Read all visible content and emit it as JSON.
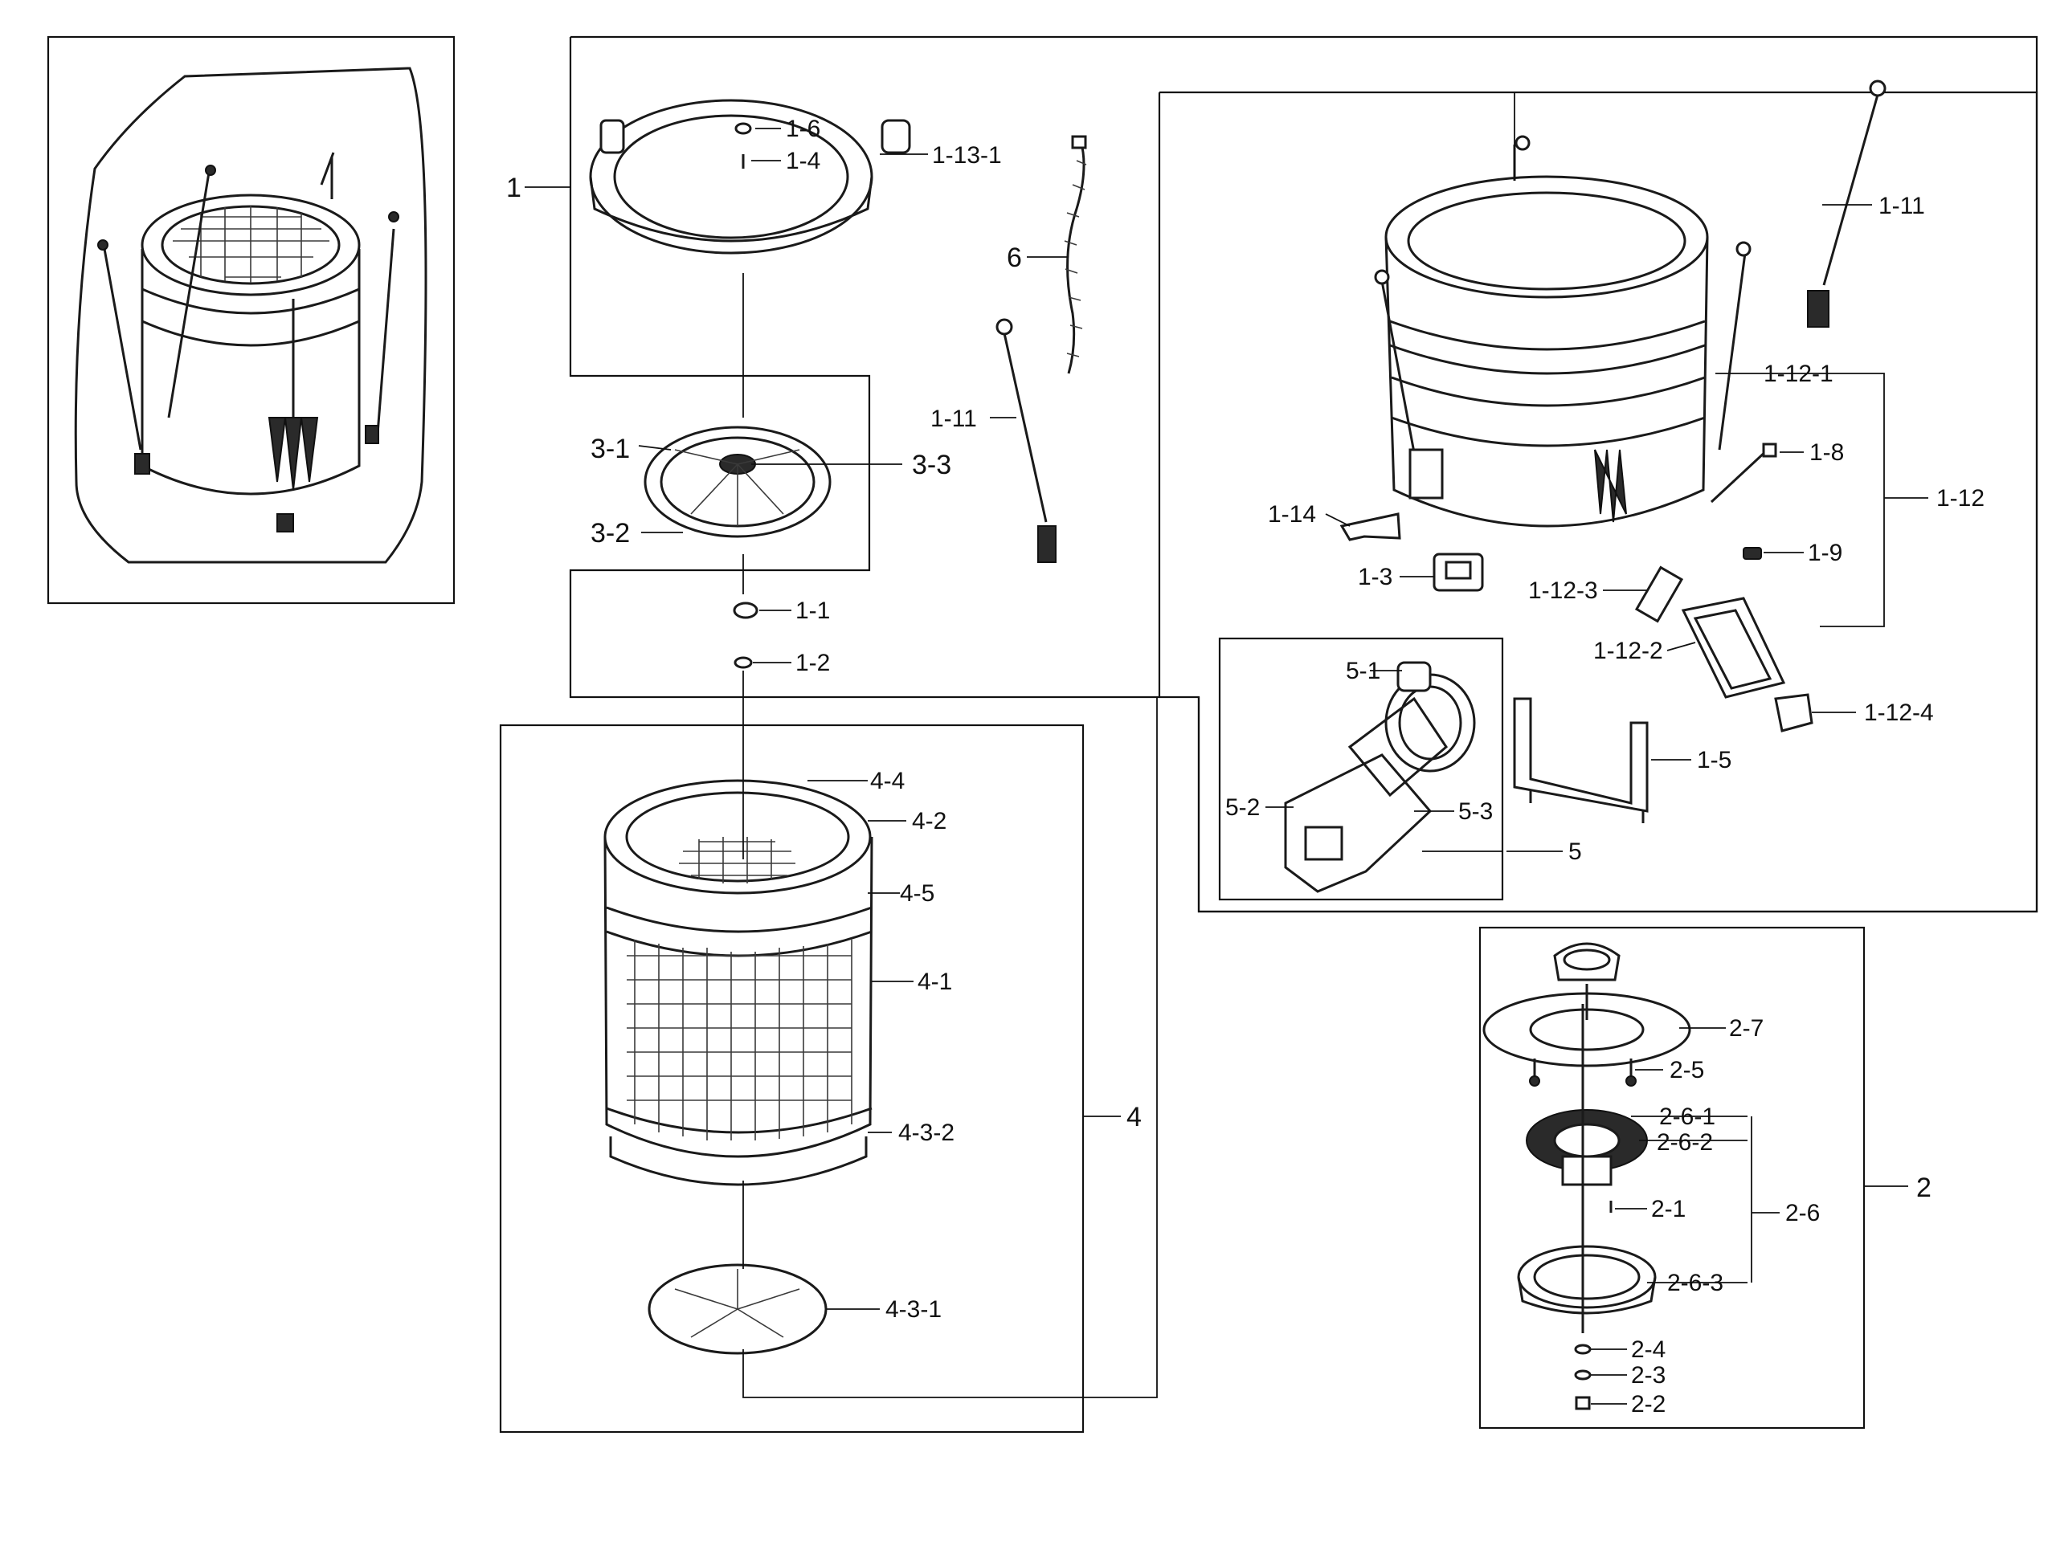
{
  "labels": {
    "l1": "1",
    "l1_1": "1-1",
    "l1_2": "1-2",
    "l1_3": "1-3",
    "l1_4": "1-4",
    "l1_5": "1-5",
    "l1_6": "1-6",
    "l1_8": "1-8",
    "l1_9": "1-9",
    "l1_11a": "1-11",
    "l1_11b": "1-11",
    "l1_12": "1-12",
    "l1_12_1": "1-12-1",
    "l1_12_2": "1-12-2",
    "l1_12_3": "1-12-3",
    "l1_12_4": "1-12-4",
    "l1_13_1": "1-13-1",
    "l1_14": "1-14",
    "l2": "2",
    "l2_1": "2-1",
    "l2_2": "2-2",
    "l2_3": "2-3",
    "l2_4": "2-4",
    "l2_5": "2-5",
    "l2_6": "2-6",
    "l2_6_1": "2-6-1",
    "l2_6_2": "2-6-2",
    "l2_6_3": "2-6-3",
    "l2_7": "2-7",
    "l3_1": "3-1",
    "l3_2": "3-2",
    "l3_3": "3-3",
    "l4": "4",
    "l4_1": "4-1",
    "l4_2": "4-2",
    "l4_3_1": "4-3-1",
    "l4_3_2": "4-3-2",
    "l4_4": "4-4",
    "l4_5": "4-5",
    "l5": "5",
    "l5_1": "5-1",
    "l5_2": "5-2",
    "l5_3": "5-3",
    "l6": "6"
  }
}
